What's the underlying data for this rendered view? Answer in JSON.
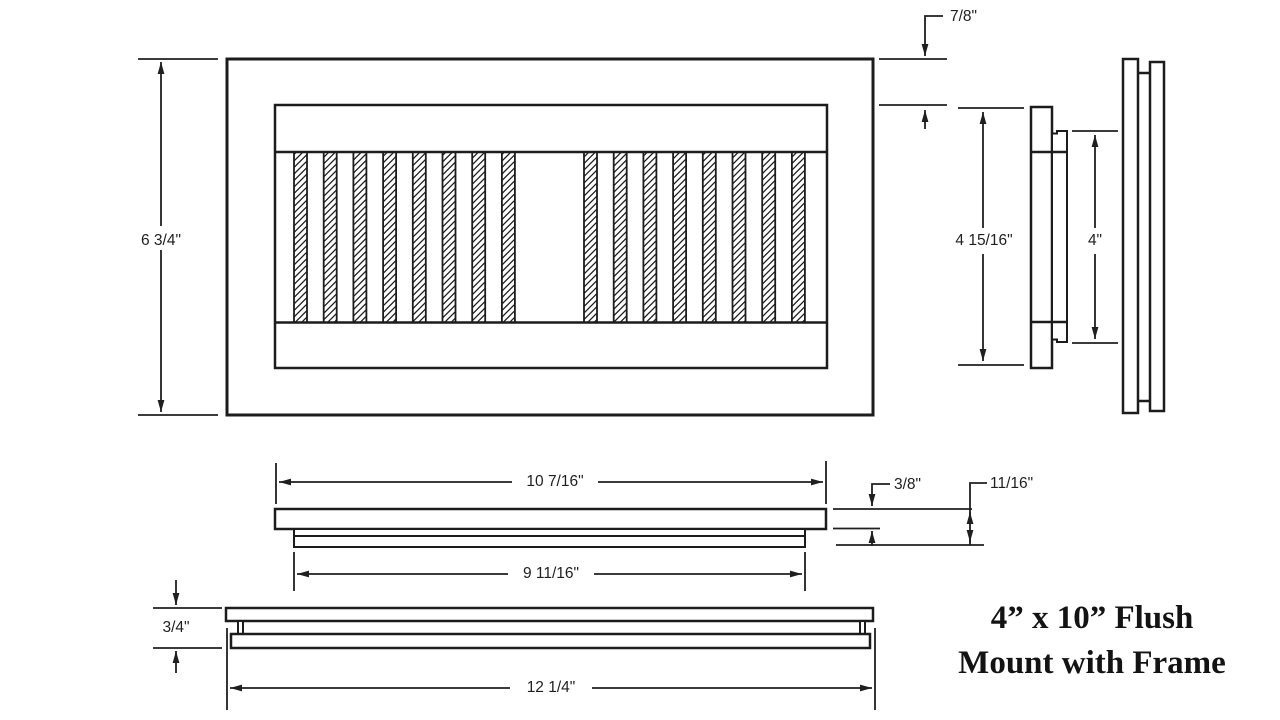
{
  "title": {
    "line1": "4” x 10” Flush",
    "line2": "Mount with Frame"
  },
  "dims": {
    "front_overall_height": "6 3/4\"",
    "frame_face_width": "7/8\"",
    "side_overall_height": "4 15/16\"",
    "side_duct_height": "4\"",
    "flange_outer_width": "10 7/16\"",
    "insert_width": "9 11/16\"",
    "face_thickness": "3/8\"",
    "overall_thickness": "11/16\"",
    "frame_thickness": "3/4\"",
    "frame_overall_width": "12 1/4\""
  },
  "louvers": {
    "groups": 2,
    "slats_per_group": 8
  },
  "colors": {
    "line": "#1c1c1c",
    "background": "#ffffff",
    "text": "#1f1f1f"
  }
}
